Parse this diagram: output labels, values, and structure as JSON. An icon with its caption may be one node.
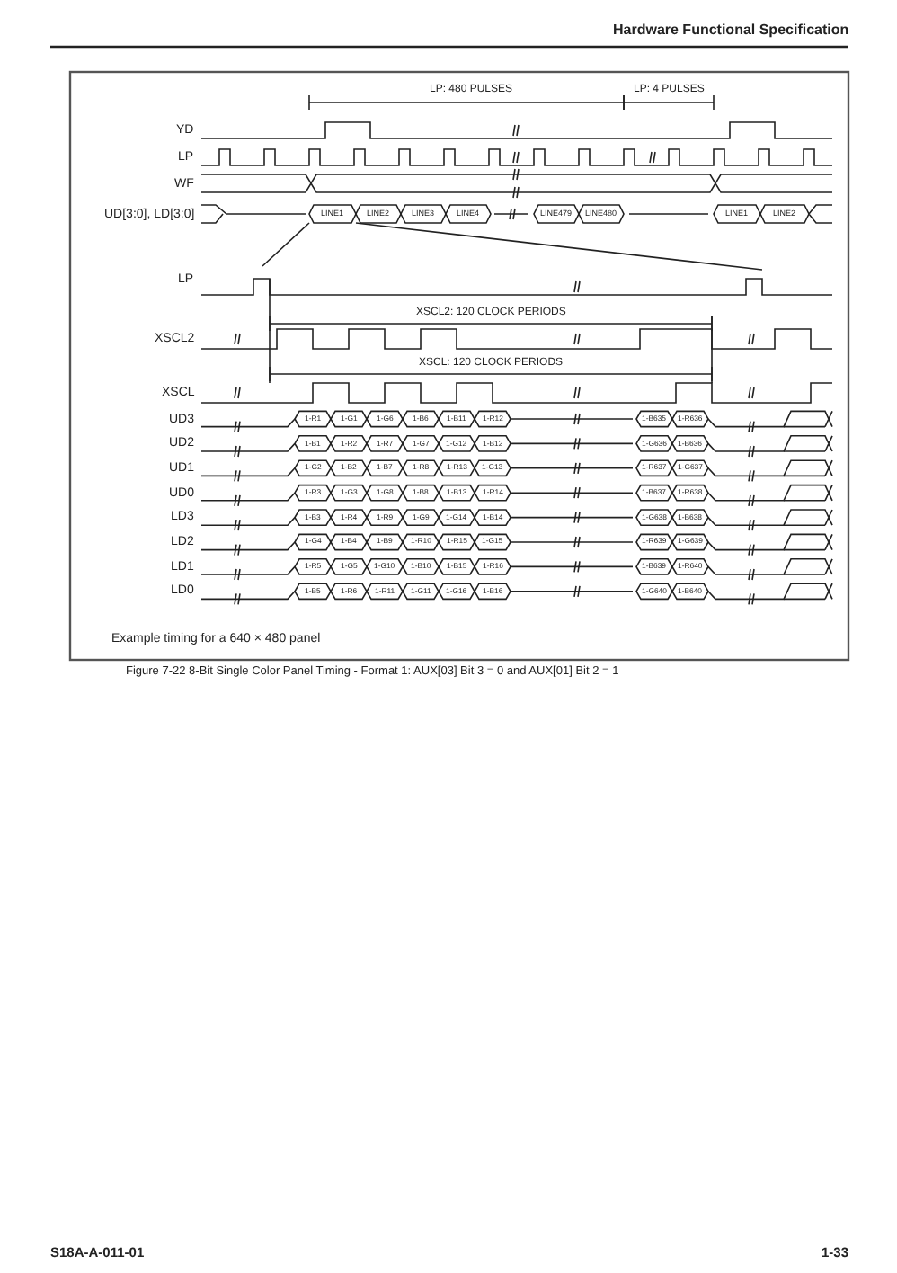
{
  "diagram": {
    "caption": "Figure 7-22  8-Bit Single Color Panel Timing - Format 1: AUX[03] Bit 3 = 0 and AUX[01] Bit 2 = 1",
    "labels": [
      "Hardware Functional Specification",
      "LP: 480 PULSES",
      "LP: 4 PULSES",
      "YD",
      "LP",
      "WF",
      "UD[3:0], LD[3:0]",
      "LINE1",
      "LINE2",
      "LINE3",
      "LINE4",
      "LINE479",
      "LINE480",
      "LINE1",
      "LINE2",
      "LP",
      "XSCL2: 120 CLOCK PERIODS",
      "XSCL2",
      "XSCL: 120 CLOCK PERIODS",
      "XSCL",
      "UD3",
      "1-R1",
      "1-G1",
      "1-G6",
      "1-B6",
      "1-B11",
      "1-R12",
      "1-B635",
      "1-R636",
      "UD2",
      "1-B1",
      "1-R2",
      "1-R7",
      "1-G7",
      "1-G12",
      "1-B12",
      "1-G636",
      "1-B636",
      "UD1",
      "1-G2",
      "1-B2",
      "1-B7",
      "1-R8",
      "1-R13",
      "1-G13",
      "1-R637",
      "1-G637",
      "UD0",
      "1-R3",
      "1-G3",
      "1-G8",
      "1-B8",
      "1-B13",
      "1-R14",
      "1-B637",
      "1-R638",
      "LD3",
      "1-B3",
      "1-R4",
      "1-R9",
      "1-G9",
      "1-G14",
      "1-B14",
      "1-G638",
      "1-B638",
      "LD2",
      "1-G4",
      "1-B4",
      "1-B9",
      "1-R10",
      "1-R15",
      "1-G15",
      "1-R639",
      "1-G639",
      "LD1",
      "1-R5",
      "1-G5",
      "1-G10",
      "1-B10",
      "1-B15",
      "1-R16",
      "1-B639",
      "1-R640",
      "LD0",
      "1-B5",
      "1-R6",
      "1-R11",
      "1-G11",
      "1-G16",
      "1-B16",
      "1-G640",
      "1-B640",
      "Example timing for a 640 × 480 panel",
      "S18A-A-011-01",
      "1-33"
    ]
  }
}
